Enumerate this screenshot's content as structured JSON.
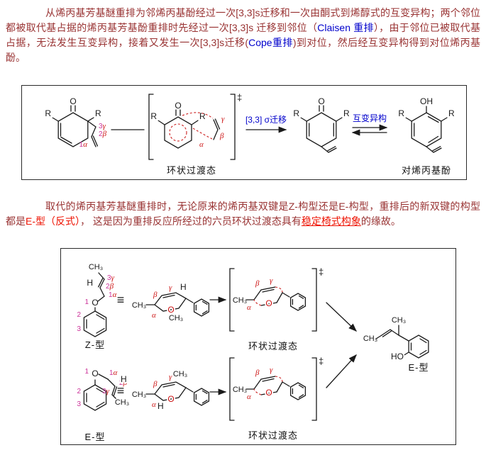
{
  "colors": {
    "body_text": "#993333",
    "term_blue": "#0000cc",
    "highlight_red": "#ee1100",
    "structure_black": "#1a1a1a",
    "greek_red": "#cc1111",
    "number_magenta": "#cc3399"
  },
  "para1": {
    "t1": "从烯丙基芳基醚重排为邻烯丙基酚经过一次[3,3]s迁移和一次由酮式到烯醇式的互变异构；两个邻位都被取代基占据的烯丙基芳基酚重排时先经过一次[3,3]s 迁移到邻位（",
    "claisen": "Claisen 重排",
    "t3": "），由于邻位已被取代基占据，无法发生互变异构，接着又发生一次[3,3]s迁移(",
    "cope": "Cope重排",
    "t5": ")到对位，然后经互变异构得到对位烯丙基酚。"
  },
  "para2": {
    "t1": "取代的烯丙基芳基醚重排时，无论原来的烯丙基双键是Z-构型还是E-构型，重排后的新双键的构型都是",
    "highlight1": "E-型（反式）",
    "t3": "， 这是因为重排反应所经过的六员环状过渡态具有",
    "highlight2": "稳定椅式构象",
    "t5": "的缘故。"
  },
  "scheme1": {
    "shift_label": "[3,3] σ迁移",
    "tautomer_label": "互变异构",
    "ts_caption": "环状过渡态",
    "product_caption": "对烯丙基酚"
  },
  "scheme2": {
    "ts_caption_top": "环状过渡态",
    "ts_caption_bottom": "环状过渡态",
    "z_caption": "Z-型",
    "e_caption": "E-型",
    "product_caption": "E-型"
  },
  "glyphs": {
    "O": "O",
    "OH": "OH",
    "HO": "HO",
    "R": "R",
    "CH3": "CH₃",
    "H": "H",
    "dagger": "‡",
    "equiv": "≡",
    "alpha": "α",
    "beta": "β",
    "gamma": "γ",
    "n1": "1",
    "n2": "2",
    "n3": "3"
  }
}
